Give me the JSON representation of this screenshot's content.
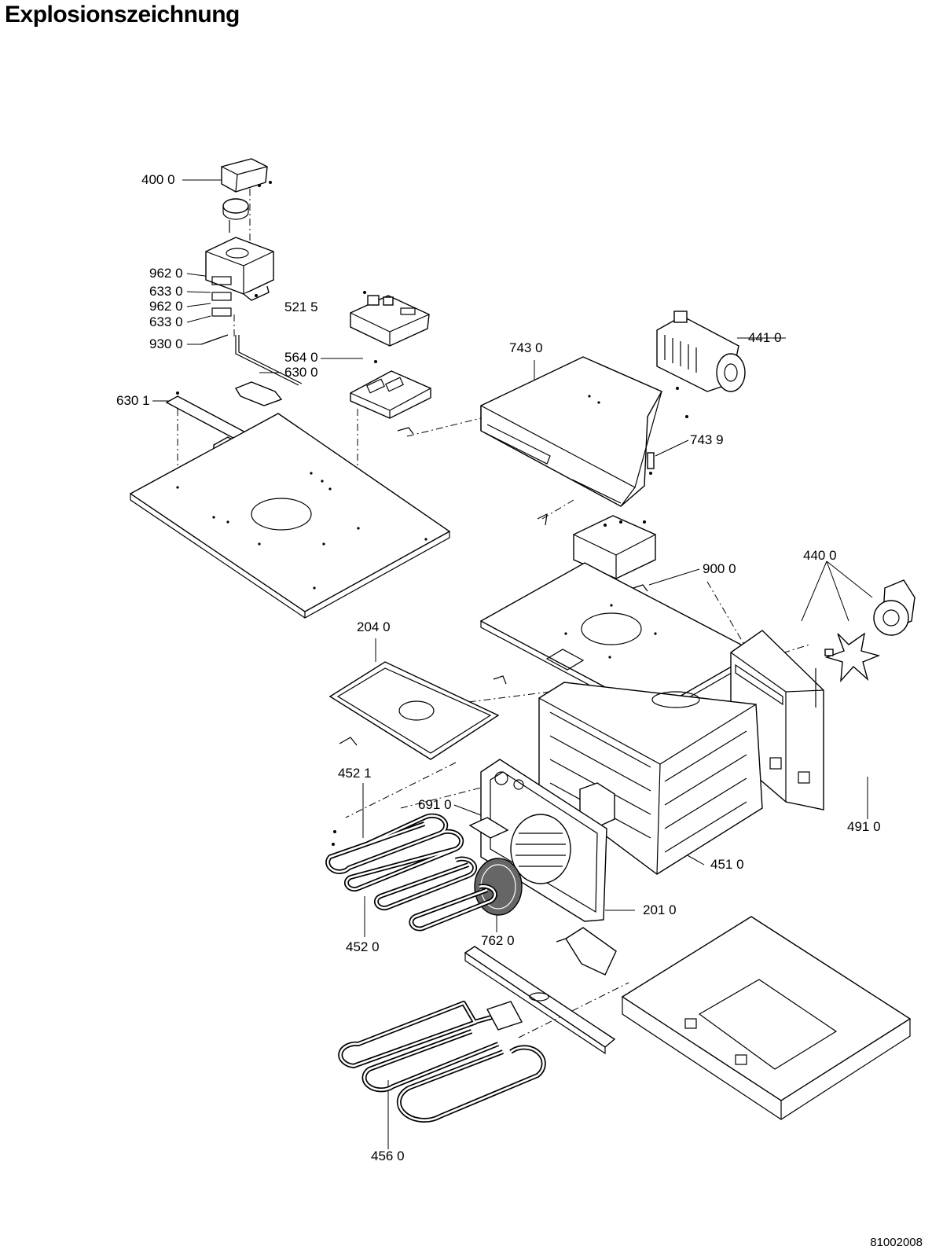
{
  "title": "Explosionszeichnung",
  "document_number": "81002008",
  "callouts": [
    {
      "id": "c4000",
      "text": "400 0"
    },
    {
      "id": "c9620a",
      "text": "962 0"
    },
    {
      "id": "c6330a",
      "text": "633 0"
    },
    {
      "id": "c9620b",
      "text": "962 0"
    },
    {
      "id": "c6330b",
      "text": "633 0"
    },
    {
      "id": "c9300",
      "text": "930 0"
    },
    {
      "id": "c5215",
      "text": "521 5"
    },
    {
      "id": "c5640",
      "text": "564 0"
    },
    {
      "id": "c6300",
      "text": "630 0"
    },
    {
      "id": "c6301",
      "text": "630 1"
    },
    {
      "id": "c7430",
      "text": "743 0"
    },
    {
      "id": "c4410",
      "text": "441 0"
    },
    {
      "id": "c7439",
      "text": "743 9"
    },
    {
      "id": "c9000",
      "text": "900 0"
    },
    {
      "id": "c4400",
      "text": "440 0"
    },
    {
      "id": "c2040",
      "text": "204 0"
    },
    {
      "id": "c4521",
      "text": "452 1"
    },
    {
      "id": "c6910",
      "text": "691 0"
    },
    {
      "id": "c4910",
      "text": "491 0"
    },
    {
      "id": "c4510",
      "text": "451 0"
    },
    {
      "id": "c2010",
      "text": "201 0"
    },
    {
      "id": "c4520",
      "text": "452 0"
    },
    {
      "id": "c7620",
      "text": "762 0"
    },
    {
      "id": "c4560",
      "text": "456 0"
    }
  ]
}
